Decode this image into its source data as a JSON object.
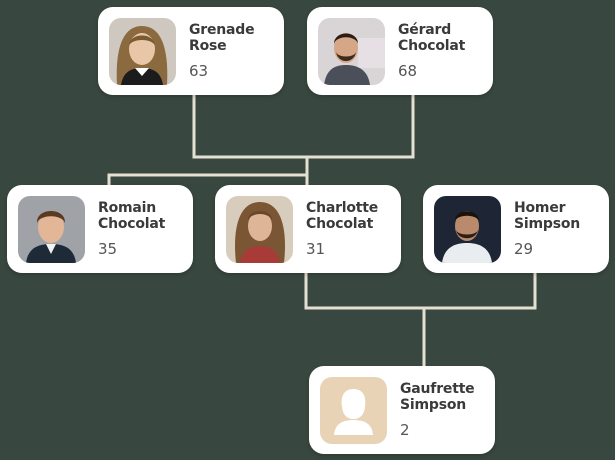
{
  "tree": {
    "colors": {
      "background": "#38473f",
      "card": "#ffffff",
      "connector": "#e6e0d2",
      "placeholder": "#e8d3b6"
    },
    "people": {
      "grenade_rose": {
        "first_name": "Grenade",
        "last_name": "Rose",
        "age": "63",
        "avatar": "photo-avatar"
      },
      "gerard_chocolat": {
        "first_name": "Gérard",
        "last_name": "Chocolat",
        "age": "68",
        "avatar": "photo-avatar"
      },
      "romain_chocolat": {
        "first_name": "Romain",
        "last_name": "Chocolat",
        "age": "35",
        "avatar": "photo-avatar"
      },
      "charlotte_chocolat": {
        "first_name": "Charlotte",
        "last_name": "Chocolat",
        "age": "31",
        "avatar": "photo-avatar"
      },
      "homer_simpson": {
        "first_name": "Homer",
        "last_name": "Simpson",
        "age": "29",
        "avatar": "photo-avatar"
      },
      "gaufrette_simpson": {
        "first_name": "Gaufrette",
        "last_name": "Simpson",
        "age": "2",
        "avatar": "person-placeholder-icon"
      }
    }
  }
}
